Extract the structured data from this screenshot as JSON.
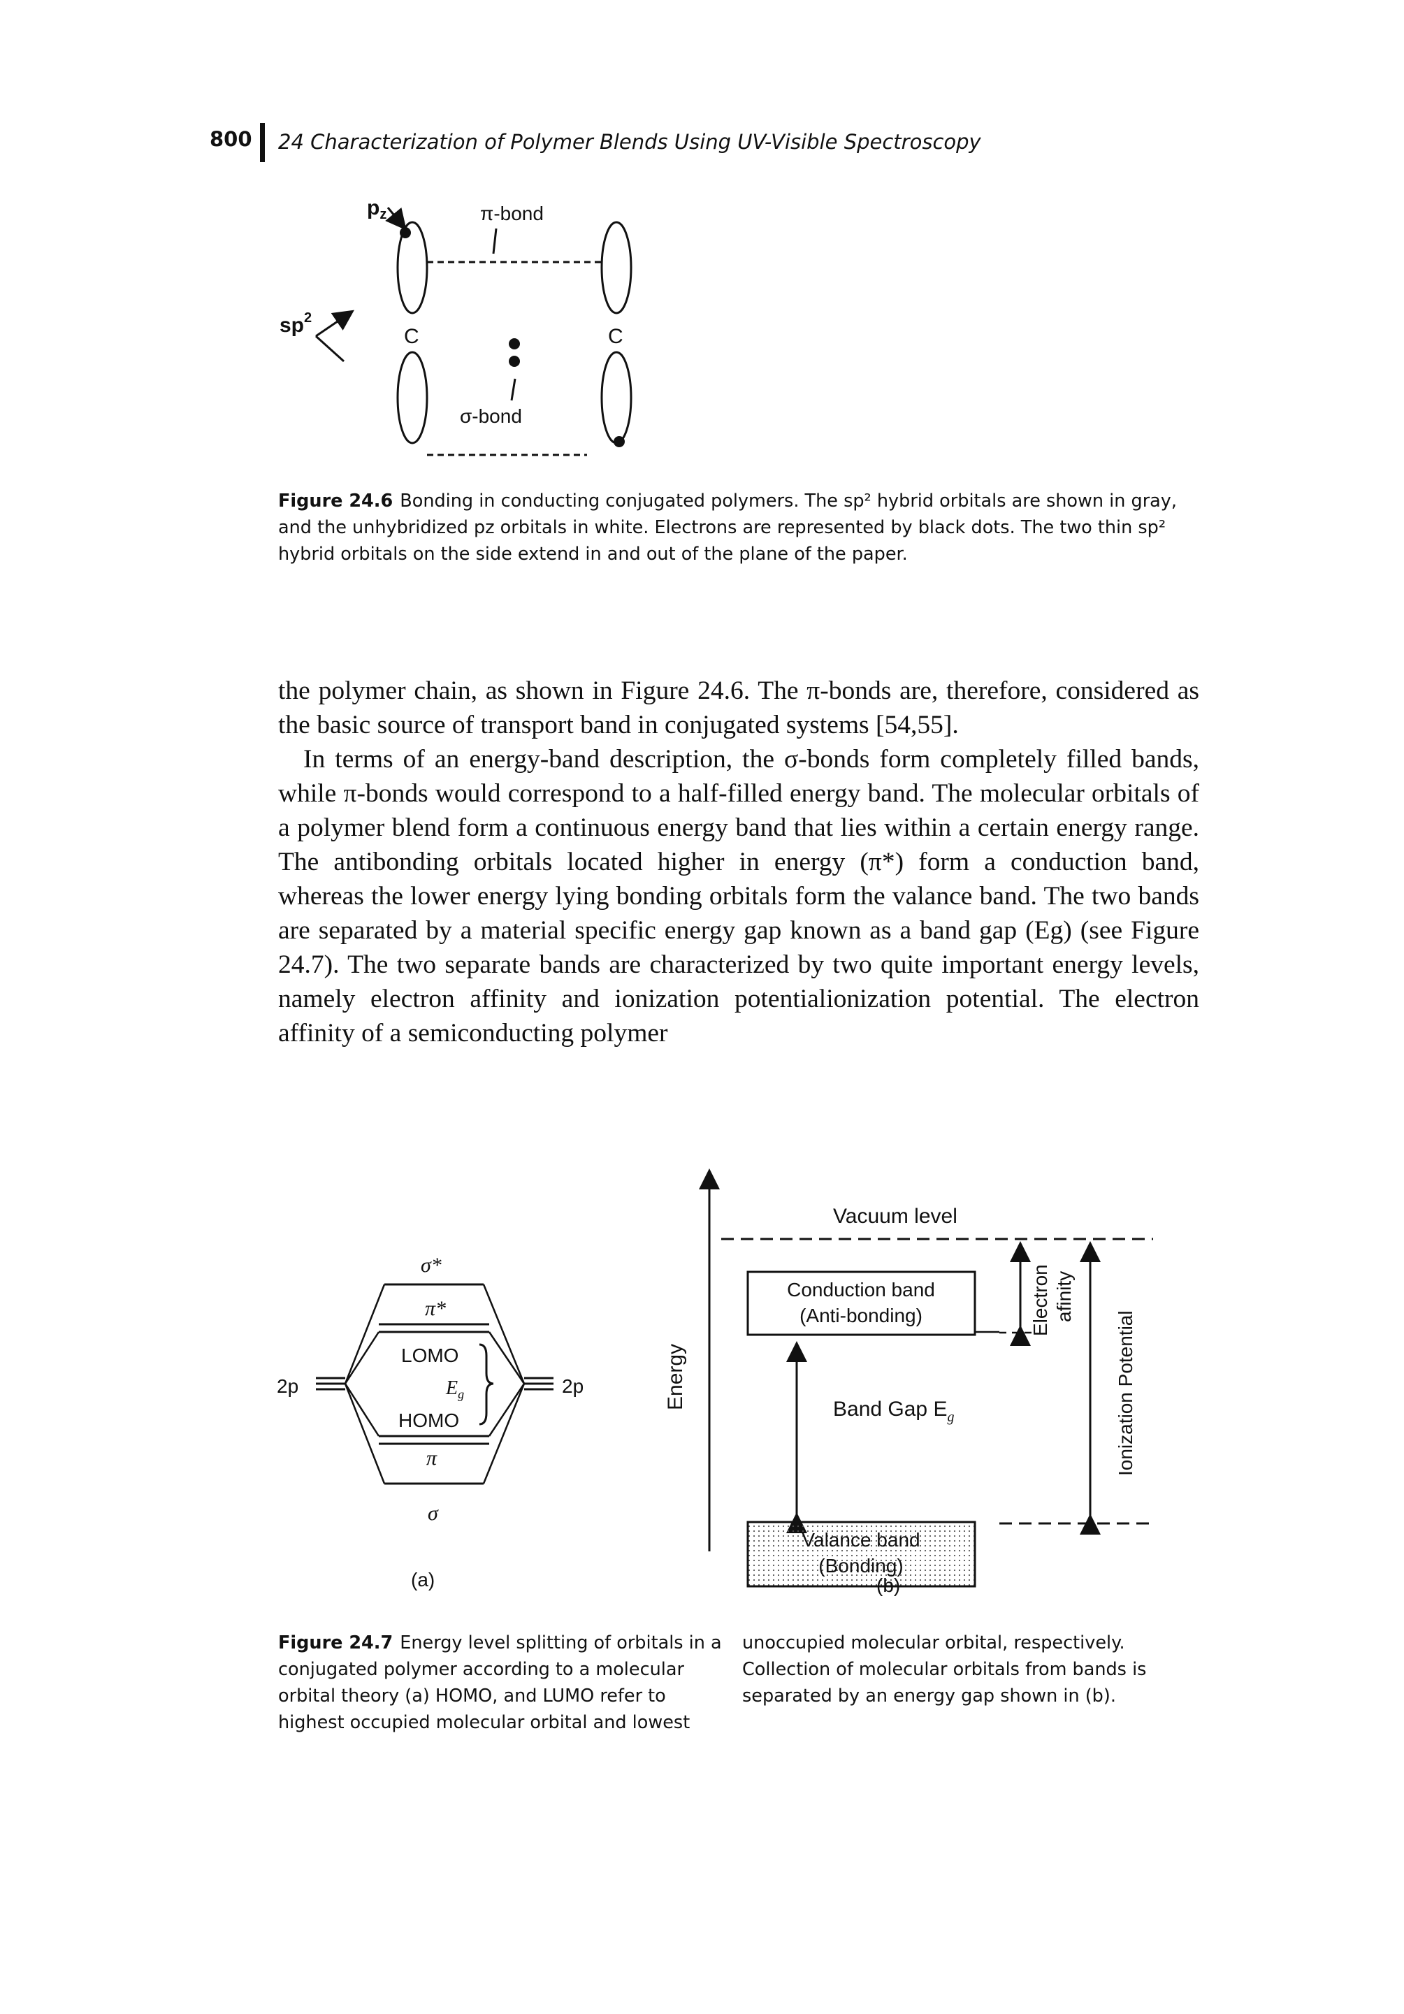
{
  "header": {
    "page_number": "800",
    "running_title": "24 Characterization of Polymer Blends Using UV-Visible Spectroscopy"
  },
  "figure_24_6": {
    "labels": {
      "pz": "p",
      "pz_sub": "z",
      "sp2": "sp",
      "sp2_sup": "2",
      "pi_bond": "π-bond",
      "sigma_bond": "σ-bond",
      "carbon_left": "C",
      "carbon_right": "C"
    },
    "caption_label": "Figure 24.6",
    "caption_text": "Bonding in conducting conjugated polymers. The sp² hybrid orbitals are shown in gray, and the unhybridized pz orbitals in white. Electrons are represented by black dots. The two thin sp² hybrid orbitals on the side extend in and out of the plane of the paper."
  },
  "body": {
    "paragraph1": "the polymer chain, as shown in Figure 24.6. The π-bonds are, therefore, considered as the basic source of transport band in conjugated systems [54,55].",
    "paragraph2": "In terms of an energy-band description, the σ-bonds form completely filled bands, while π-bonds would correspond to a half-filled energy band. The molecular orbitals of a polymer blend form a continuous energy band that lies within a certain energy range. The antibonding orbitals located higher in energy (π*) form a conduction band, whereas the lower energy lying bonding orbitals form the valance band. The two bands are separated by a material specific energy gap known as a band gap (Eg) (see Figure 24.7). The two separate bands are characterized by two quite important energy levels, namely electron affinity and ionization potentialionization potential. The electron affinity of a semiconducting polymer"
  },
  "figure_24_7": {
    "panel_a": {
      "sigma_star": "σ*",
      "pi_star": "π*",
      "lumo": "LOMO",
      "eg": "E",
      "eg_sub": "g",
      "homo": "HOMO",
      "pi": "π",
      "sigma": "σ",
      "left_2p": "2p",
      "right_2p": "2p",
      "panel_label": "(a)"
    },
    "panel_b": {
      "energy_axis": "Energy",
      "vacuum_level": "Vacuum level",
      "conduction_band_line1": "Conduction band",
      "conduction_band_line2": "(Anti-bonding)",
      "band_gap": "Band Gap E",
      "band_gap_sub": "g",
      "valence_band_line1": "Valance band",
      "valence_band_line2": "(Bonding)",
      "electron_affinity_line1": "Electron",
      "electron_affinity_line2": "afinity",
      "ionization_potential": "Ionization Potential",
      "panel_label": "(b)"
    },
    "caption_label": "Figure 24.7",
    "caption_left": "Energy level splitting of orbitals in a conjugated polymer according to a molecular orbital theory (a) HOMO, and LUMO refer to highest occupied molecular orbital and lowest",
    "caption_right": "unoccupied molecular orbital, respectively. Collection of molecular orbitals from bands is separated by an energy gap shown in (b)."
  }
}
